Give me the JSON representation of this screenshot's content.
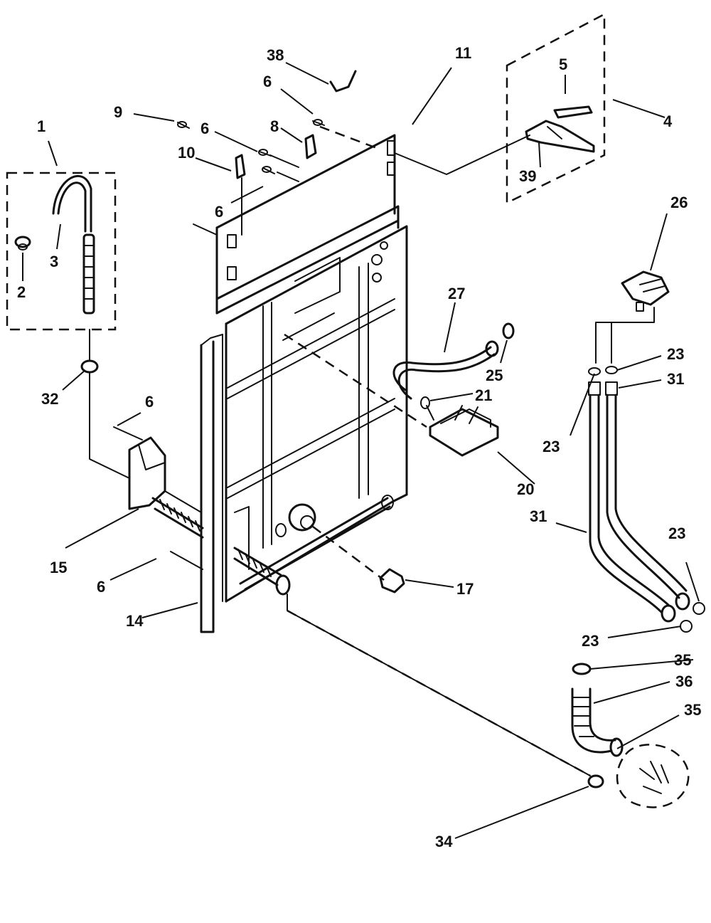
{
  "callouts": {
    "c1": "1",
    "c2": "2",
    "c3": "3",
    "c4": "4",
    "c5": "5",
    "c6": "6",
    "c8": "8",
    "c9": "9",
    "c10": "10",
    "c11": "11",
    "c14": "14",
    "c15": "15",
    "c17": "17",
    "c20": "20",
    "c21": "21",
    "c23": "23",
    "c25": "25",
    "c26": "26",
    "c27": "27",
    "c31": "31",
    "c32": "32",
    "c34": "34",
    "c35": "35",
    "c36": "36",
    "c38": "38",
    "c39": "39"
  }
}
